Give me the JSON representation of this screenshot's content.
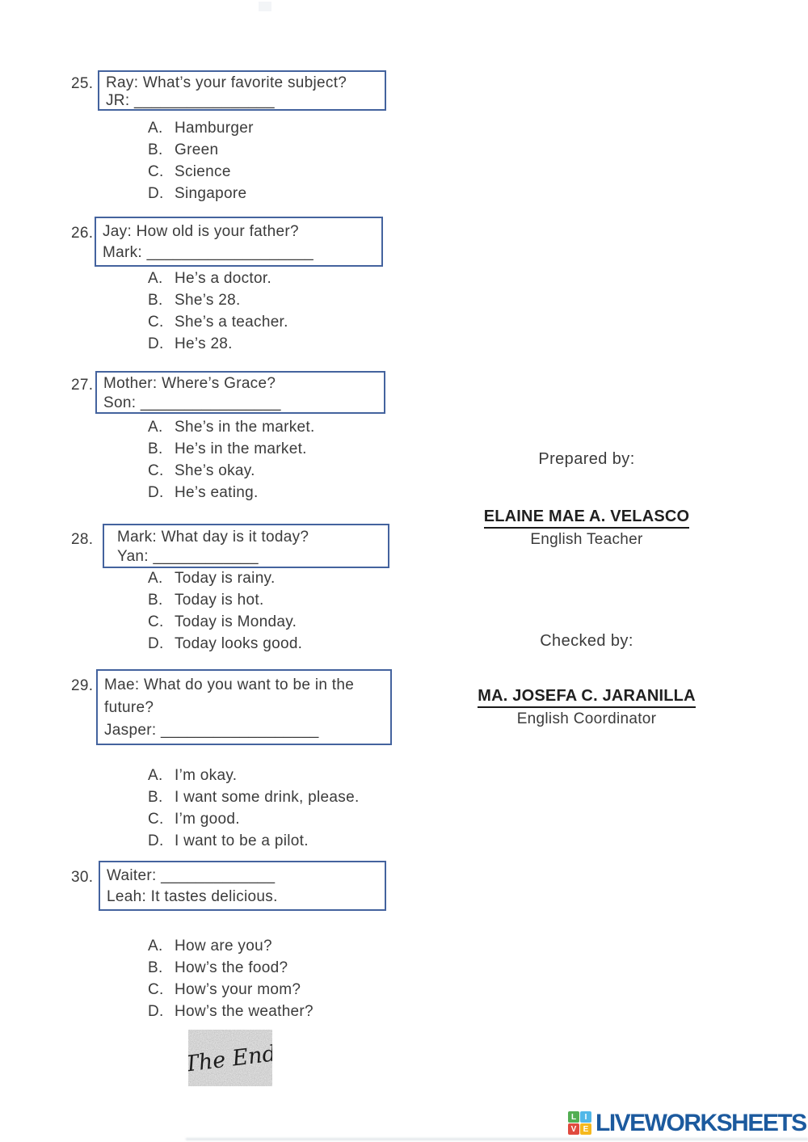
{
  "colors": {
    "box_border": "#44639e",
    "text": "#3b3b3b",
    "brand_blue": "#1c5a9e"
  },
  "questions": [
    {
      "number": "25.",
      "lines": [
        "Ray: What’s your favorite subject?",
        "JR: ________________"
      ],
      "options": [
        {
          "letter": "A.",
          "text": "Hamburger"
        },
        {
          "letter": "B.",
          "text": "Green"
        },
        {
          "letter": "C.",
          "text": "Science"
        },
        {
          "letter": "D.",
          "text": "Singapore"
        }
      ]
    },
    {
      "number": "26.",
      "lines": [
        "Jay: How old is your father?",
        "Mark: ___________________"
      ],
      "options": [
        {
          "letter": "A.",
          "text": "He’s a doctor."
        },
        {
          "letter": "B.",
          "text": "She’s 28."
        },
        {
          "letter": "C.",
          "text": "She’s a teacher."
        },
        {
          "letter": "D.",
          "text": "He’s 28."
        }
      ]
    },
    {
      "number": "27.",
      "lines": [
        "Mother: Where’s Grace?",
        "Son: ________________"
      ],
      "options": [
        {
          "letter": "A.",
          "text": "She’s in the market."
        },
        {
          "letter": "B.",
          "text": "He’s in the market."
        },
        {
          "letter": "C.",
          "text": "She’s okay."
        },
        {
          "letter": "D.",
          "text": "He’s eating."
        }
      ]
    },
    {
      "number": "28.",
      "lines": [
        "Mark: What day is it today?",
        "Yan: ____________"
      ],
      "options": [
        {
          "letter": "A.",
          "text": "Today is rainy."
        },
        {
          "letter": "B.",
          "text": "Today is hot."
        },
        {
          "letter": "C.",
          "text": "Today is Monday."
        },
        {
          "letter": "D.",
          "text": "Today looks good."
        }
      ]
    },
    {
      "number": "29.",
      "lines": [
        "Mae: What do you want to be in the",
        "future?",
        "Jasper: __________________"
      ],
      "options": [
        {
          "letter": "A.",
          "text": "I’m okay."
        },
        {
          "letter": "B.",
          "text": "I want some drink, please."
        },
        {
          "letter": "C.",
          "text": "I’m good."
        },
        {
          "letter": "D.",
          "text": "I want to be a pilot."
        }
      ]
    },
    {
      "number": "30.",
      "lines": [
        "Waiter: _____________",
        "Leah: It tastes delicious."
      ],
      "options": [
        {
          "letter": "A.",
          "text": "How are you?"
        },
        {
          "letter": "B.",
          "text": "How’s the food?"
        },
        {
          "letter": "C.",
          "text": "How’s your mom?"
        },
        {
          "letter": "D.",
          "text": "How’s the weather?"
        }
      ]
    }
  ],
  "signatures": {
    "prepared_label": "Prepared by:",
    "prepared_name": "ELAINE MAE A. VELASCO",
    "prepared_role": "English Teacher",
    "checked_label": "Checked by:",
    "checked_name": "MA. JOSEFA C. JARANILLA",
    "checked_role": "English Coordinator"
  },
  "stamp": {
    "text": "The End"
  },
  "footer": {
    "brand": "LIVEWORKSHEETS",
    "brand_color": "#1c5a9e",
    "icon_squares": [
      {
        "letter": "L",
        "color": "#53ae53"
      },
      {
        "letter": "I",
        "color": "#52b8e8"
      },
      {
        "letter": "V",
        "color": "#e04a3f"
      },
      {
        "letter": "E",
        "color": "#f5b81e"
      }
    ]
  }
}
